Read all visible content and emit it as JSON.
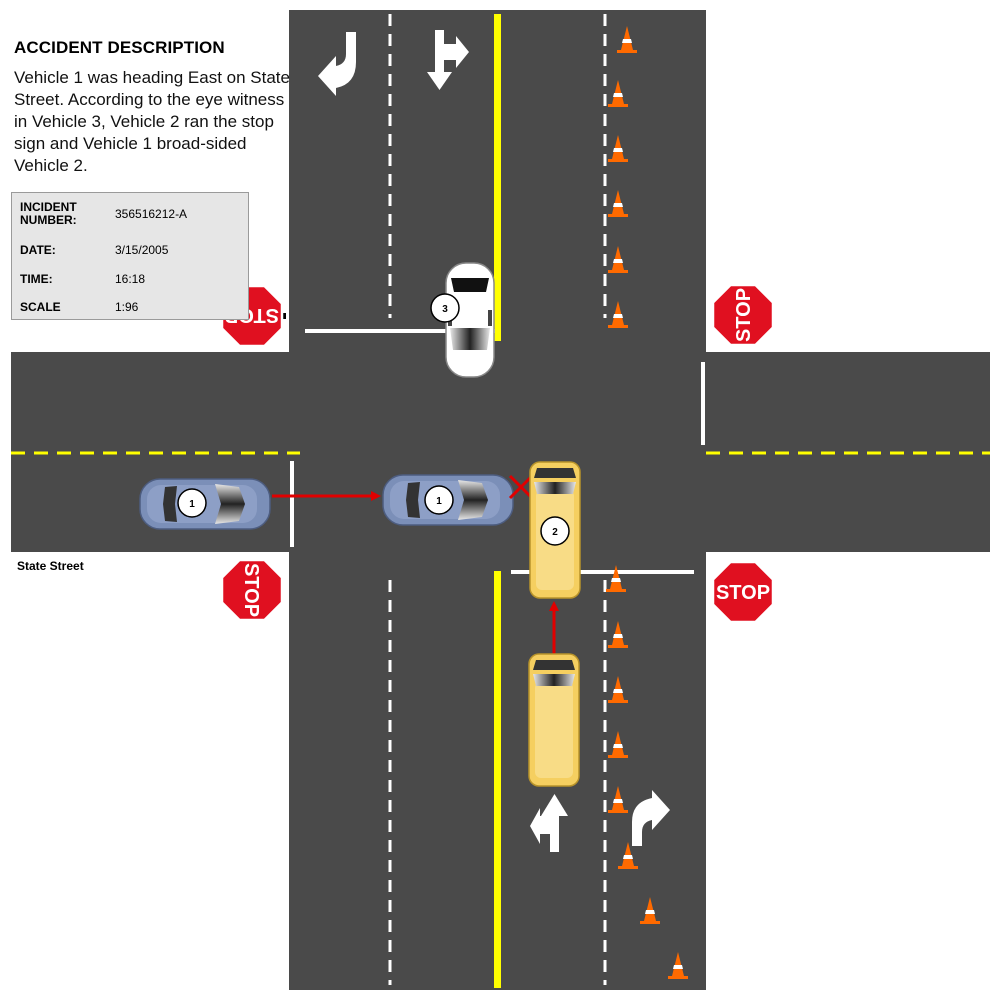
{
  "title": "ACCIDENT DESCRIPTION",
  "description": "Vehicle 1 was heading East on State Street.  According to the eye witness in Vehicle 3, Vehicle 2 ran the stop sign and Vehicle 1 broad-sided Vehicle 2.",
  "info": {
    "incident_label": "INCIDENT NUMBER:",
    "incident_value": "356516212-A",
    "date_label": "DATE:",
    "date_value": "3/15/2005",
    "time_label": "TIME:",
    "time_value": "16:18",
    "scale_label": "SCALE",
    "scale_value": "1:96"
  },
  "street_label": "State Street",
  "stop_sign_text": "STOP",
  "vehicles": [
    {
      "number": "1",
      "label": "1",
      "color": "#7b8fb8"
    },
    {
      "number": "1",
      "label": "1",
      "color": "#7b8fb8"
    },
    {
      "number": "2",
      "label": "2",
      "color": "#f5cf60"
    },
    {
      "number": "",
      "label": "",
      "color": "#f5cf60"
    },
    {
      "number": "3",
      "label": "3",
      "color": "#ffffff"
    }
  ],
  "colors": {
    "road": "#4a4a4a",
    "center_line": "#ffff00",
    "path_arrow": "#e00000",
    "stop_sign": "#e01020",
    "cone": "#ff6a00"
  }
}
